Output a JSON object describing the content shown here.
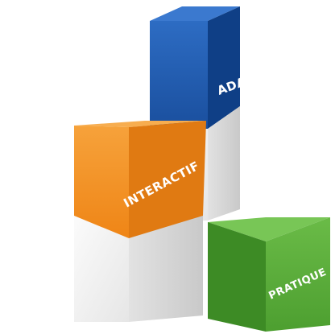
{
  "cubes": {
    "blue": {
      "label": "ADAPTÉ",
      "colors": {
        "front": "#1e5bb0",
        "side": "#0f3f86",
        "top": "#3b79cf"
      }
    },
    "orange": {
      "label": "INTERACTIF",
      "colors": {
        "front": "#f39221",
        "side": "#d26f0b",
        "top": "#f7ad4f"
      }
    },
    "green": {
      "label": "PRATIQUE",
      "colors": {
        "front": "#58ad3a",
        "side": "#3d8b25",
        "top": "#78c656"
      }
    },
    "white": {
      "colors": {
        "front": "#f1f1f1",
        "side": "#d9d9d9",
        "top": "#fafafa"
      }
    }
  }
}
